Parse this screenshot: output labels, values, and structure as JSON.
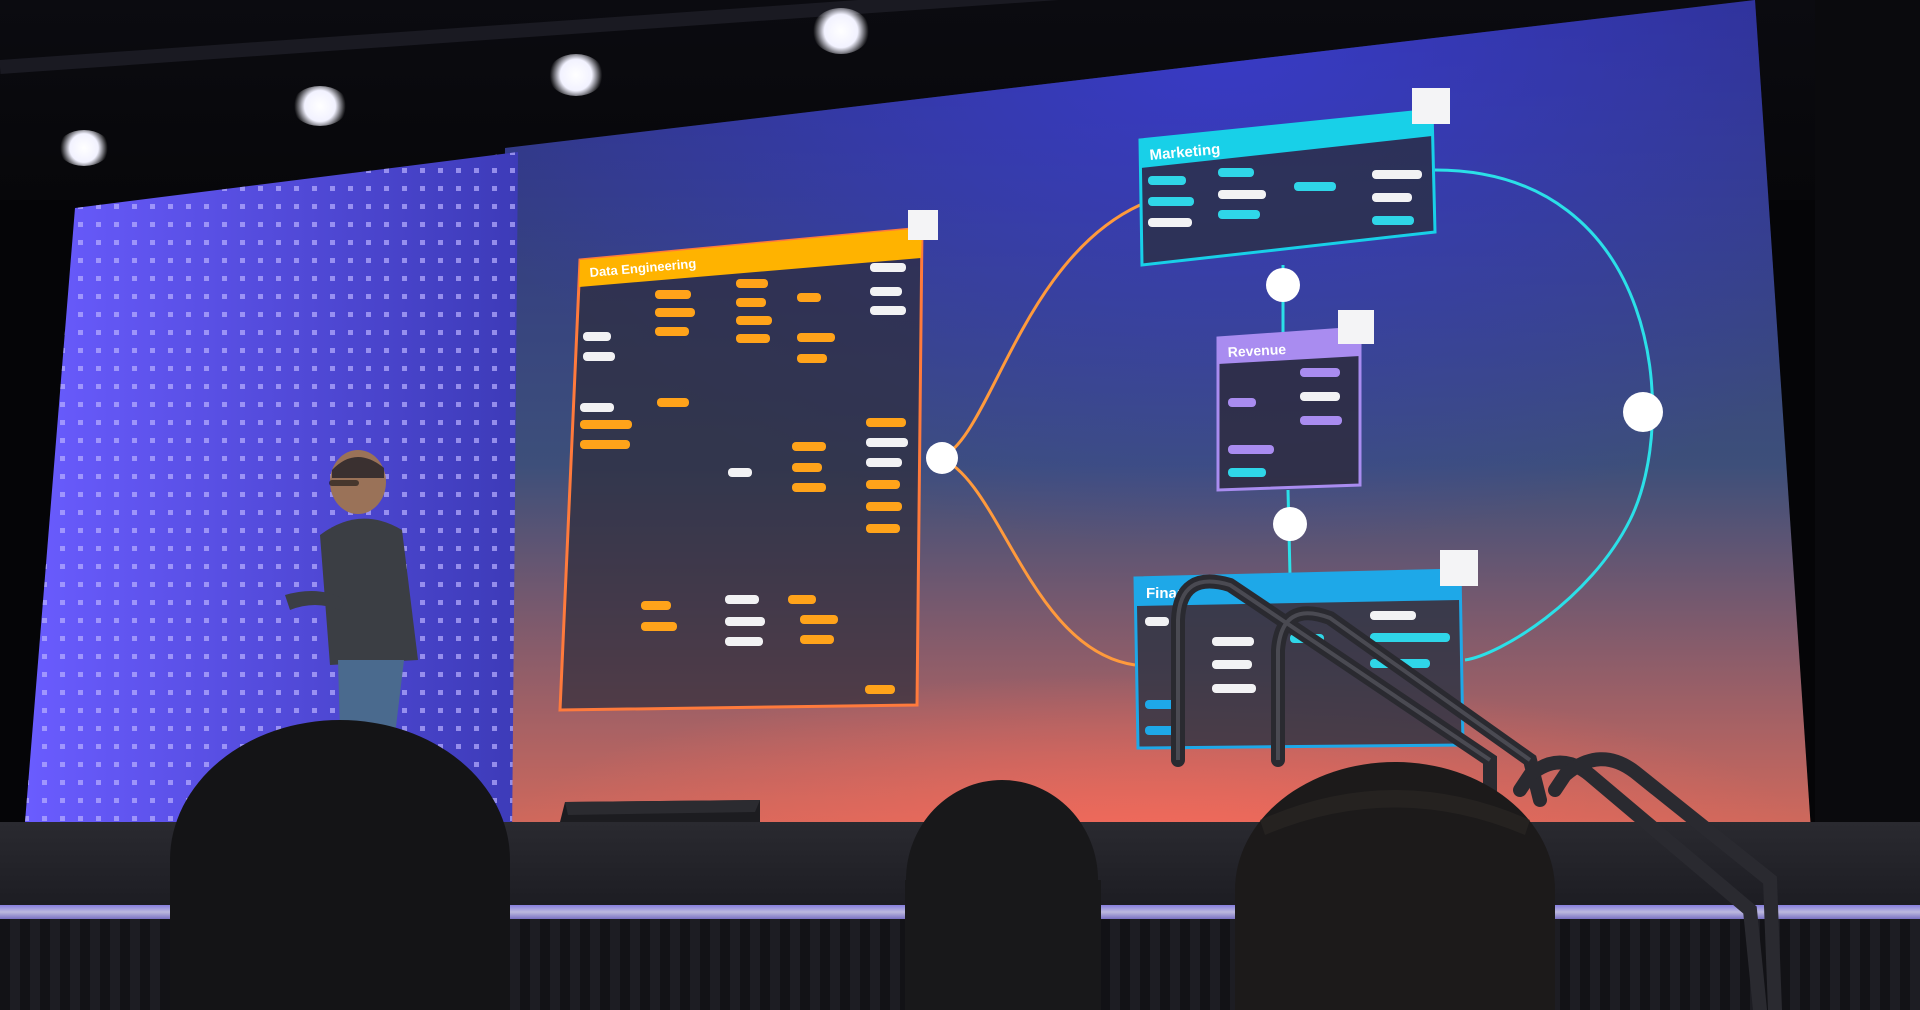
{
  "scene": {
    "kind": "conference keynote photo",
    "colors": {
      "screen_top": "#2c2f8a",
      "screen_mid": "#3d4f7a",
      "screen_bottom": "#d86a5a",
      "led_wall": "#4a3fd8",
      "data_engineering": "#ffb300",
      "marketing": "#18d0e8",
      "revenue": "#a98cf0",
      "finance": "#1ea8e8",
      "connector_orange": "#ff9a3c",
      "connector_cyan": "#2be0e8"
    }
  },
  "diagram": {
    "nodes": [
      {
        "id": "data-engineering",
        "title": "Data Engineering"
      },
      {
        "id": "marketing",
        "title": "Marketing"
      },
      {
        "id": "revenue",
        "title": "Revenue"
      },
      {
        "id": "finance",
        "title": "Finan"
      }
    ]
  },
  "icons": [
    "presenter",
    "stage-monitor-speaker",
    "stair-handrail",
    "audience-head",
    "spotlight"
  ]
}
